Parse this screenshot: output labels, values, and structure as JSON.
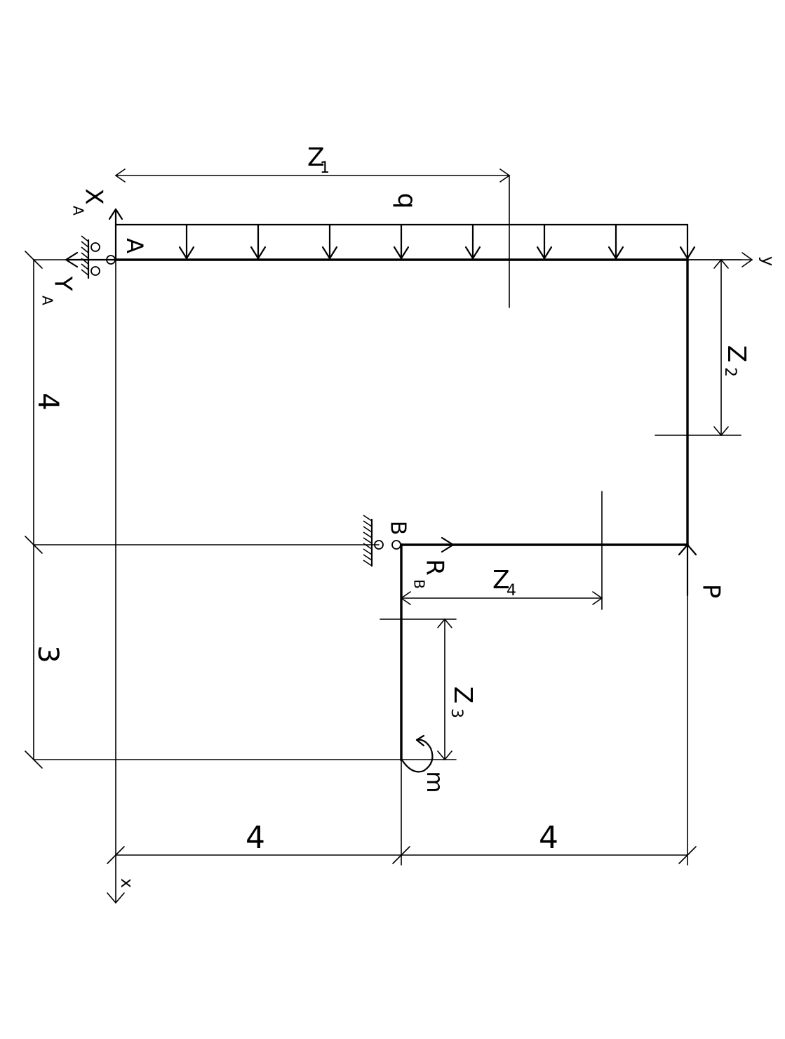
{
  "labels": {
    "support_a": "A",
    "support_b": "B",
    "reaction_xa": "X",
    "reaction_xa_sub": "A",
    "reaction_ya": "Y",
    "reaction_ya_sub": "A",
    "reaction_rb": "R",
    "reaction_rb_sub": "B",
    "load_q": "q",
    "force_p": "P",
    "moment_m": "m",
    "axis_x": "x",
    "axis_y": "y",
    "z1": "Z",
    "z1_sub": "1",
    "z2": "Z",
    "z2_sub": "2",
    "z3": "Z",
    "z3_sub": "3",
    "z4": "Z",
    "z4_sub": "4"
  },
  "dimensions": {
    "left_upper": "4",
    "left_lower": "3",
    "bottom_left": "4",
    "bottom_right": "4"
  }
}
